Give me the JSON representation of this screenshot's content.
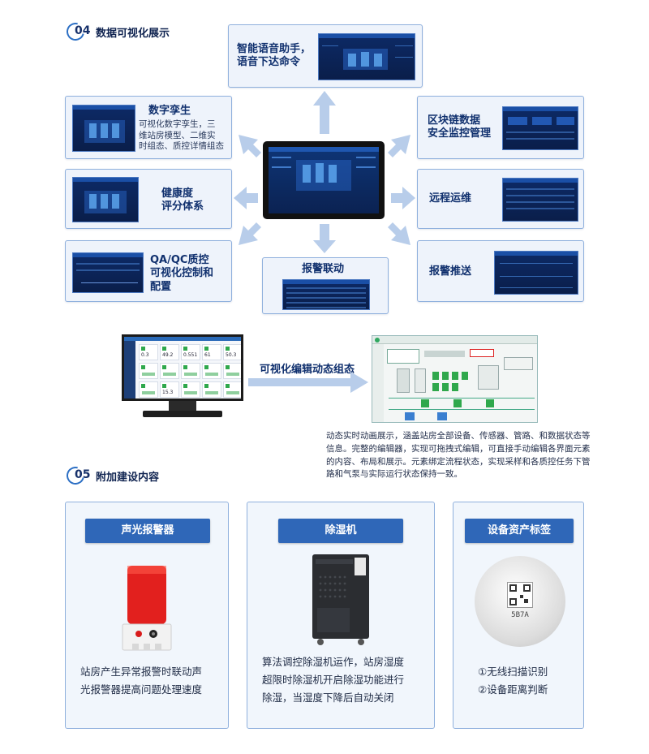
{
  "section4": {
    "number": "04",
    "title": "数据可视化展示"
  },
  "cards": {
    "voice": {
      "title_1": "智能语音助手，",
      "title_2": "语音下达命令"
    },
    "twin": {
      "title": "数字孪生",
      "desc_1": "可视化数字孪生，三",
      "desc_2": "维站房模型、二维实",
      "desc_3": "时组态、质控详情组态"
    },
    "health": {
      "title_1": "健康度",
      "title_2": "评分体系"
    },
    "qa": {
      "title_1": "QA/QC质控",
      "title_2": "可视化控制和",
      "title_3": "配置"
    },
    "blockchain": {
      "title_1": "区块链数据",
      "title_2": "安全监控管理"
    },
    "remote": {
      "title": "远程运维"
    },
    "alarm_push": {
      "title": "报警推送"
    },
    "alarm_link": {
      "title": "报警联动"
    }
  },
  "editor_section": {
    "label": "可视化编辑动态组态",
    "desc": "动态实时动画展示，涵盖站房全部设备、传感器、管路、和数据状态等信息。完整的编辑器，实现可拖拽式编辑，可直接手动编辑各界面元素的内容、布局和展示。元素绑定流程状态，实现采样和各质控任务下管路和气泵与实际运行状态保持一致。"
  },
  "section5": {
    "number": "05",
    "title": "附加建设内容"
  },
  "extras": {
    "alarm": {
      "label": "声光报警器",
      "line_1": "站房产生异常报警时联动声",
      "line_2": "光报警器提高问题处理速度"
    },
    "dehumidifier": {
      "label": "除湿机",
      "line_1": "算法调控除湿机运作，站房湿度",
      "line_2": "超限时除湿机开启除湿功能进行",
      "line_3": "除湿，当湿度下降后自动关闭"
    },
    "asset_tag": {
      "label": "设备资产标签",
      "tag_code": "5B7A",
      "line_1": "①无线扫描识别",
      "line_2": "②设备距离判断"
    }
  },
  "dashboard_values": [
    "0.3",
    "49.2",
    "0.551",
    "61",
    "50.3",
    "15.3"
  ],
  "colors": {
    "accent": "#2f67b8",
    "card_bg": "#eef3fb",
    "card_border": "#8fb0dd",
    "arrow": "#b8cdea",
    "alarm_red": "#e2201e"
  }
}
